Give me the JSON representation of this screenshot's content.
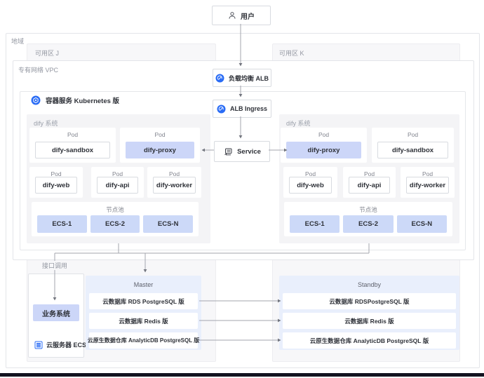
{
  "meta": {
    "accent_blue": "#2a6cf5",
    "highlight_fill": "#ccd6f8",
    "node_chip_fill": "#ccd9f8",
    "db_panel_fill": "#e9effc",
    "bottom_bar_color": "#131320"
  },
  "user": {
    "label": "用户"
  },
  "region": {
    "label": "地域"
  },
  "zones": {
    "j": "可用区 J",
    "k": "可用区 K"
  },
  "vpc": {
    "label": "专有网络 VPC"
  },
  "flow": {
    "alb": "负载均衡 ALB",
    "ingress": "ALB Ingress",
    "service": "Service"
  },
  "k8s": {
    "label": "容器服务 Kubernetes 版"
  },
  "clusters": [
    {
      "label": "dify 系统",
      "pods_row1": [
        {
          "title": "Pod",
          "name": "dify-sandbox"
        },
        {
          "title": "Pod",
          "name": "dify-proxy"
        }
      ],
      "pods_row2": [
        {
          "title": "Pod",
          "name": "dify-web"
        },
        {
          "title": "Pod",
          "name": "dify-api"
        },
        {
          "title": "Pod",
          "name": "dify-worker"
        }
      ],
      "nodepool": {
        "label": "节点池",
        "nodes": [
          "ECS-1",
          "ECS-2",
          "ECS-N"
        ]
      }
    },
    {
      "label": "dify 系统",
      "pods_row1": [
        {
          "title": "Pod",
          "name": "dify-proxy"
        },
        {
          "title": "Pod",
          "name": "dify-sandbox"
        }
      ],
      "pods_row2": [
        {
          "title": "Pod",
          "name": "dify-web"
        },
        {
          "title": "Pod",
          "name": "dify-api"
        },
        {
          "title": "Pod",
          "name": "dify-worker"
        }
      ],
      "nodepool": {
        "label": "节点池",
        "nodes": [
          "ECS-1",
          "ECS-2",
          "ECS-N"
        ]
      }
    }
  ],
  "bottom": {
    "api_call": "接口调用",
    "business": {
      "name": "业务系统",
      "host": "云服务器 ECS"
    },
    "master": {
      "label": "Master",
      "rows": [
        "云数据库 RDS PostgreSQL 版",
        "云数据库 Redis 版",
        "云原生数据仓库 AnalyticDB PostgreSQL 版"
      ]
    },
    "standby": {
      "label": "Standby",
      "rows": [
        "云数据库 RDSPostgreSQL 版",
        "云数据库 Redis 版",
        "云原生数据仓库 AnalyticDB PostgreSQL 版"
      ]
    }
  }
}
